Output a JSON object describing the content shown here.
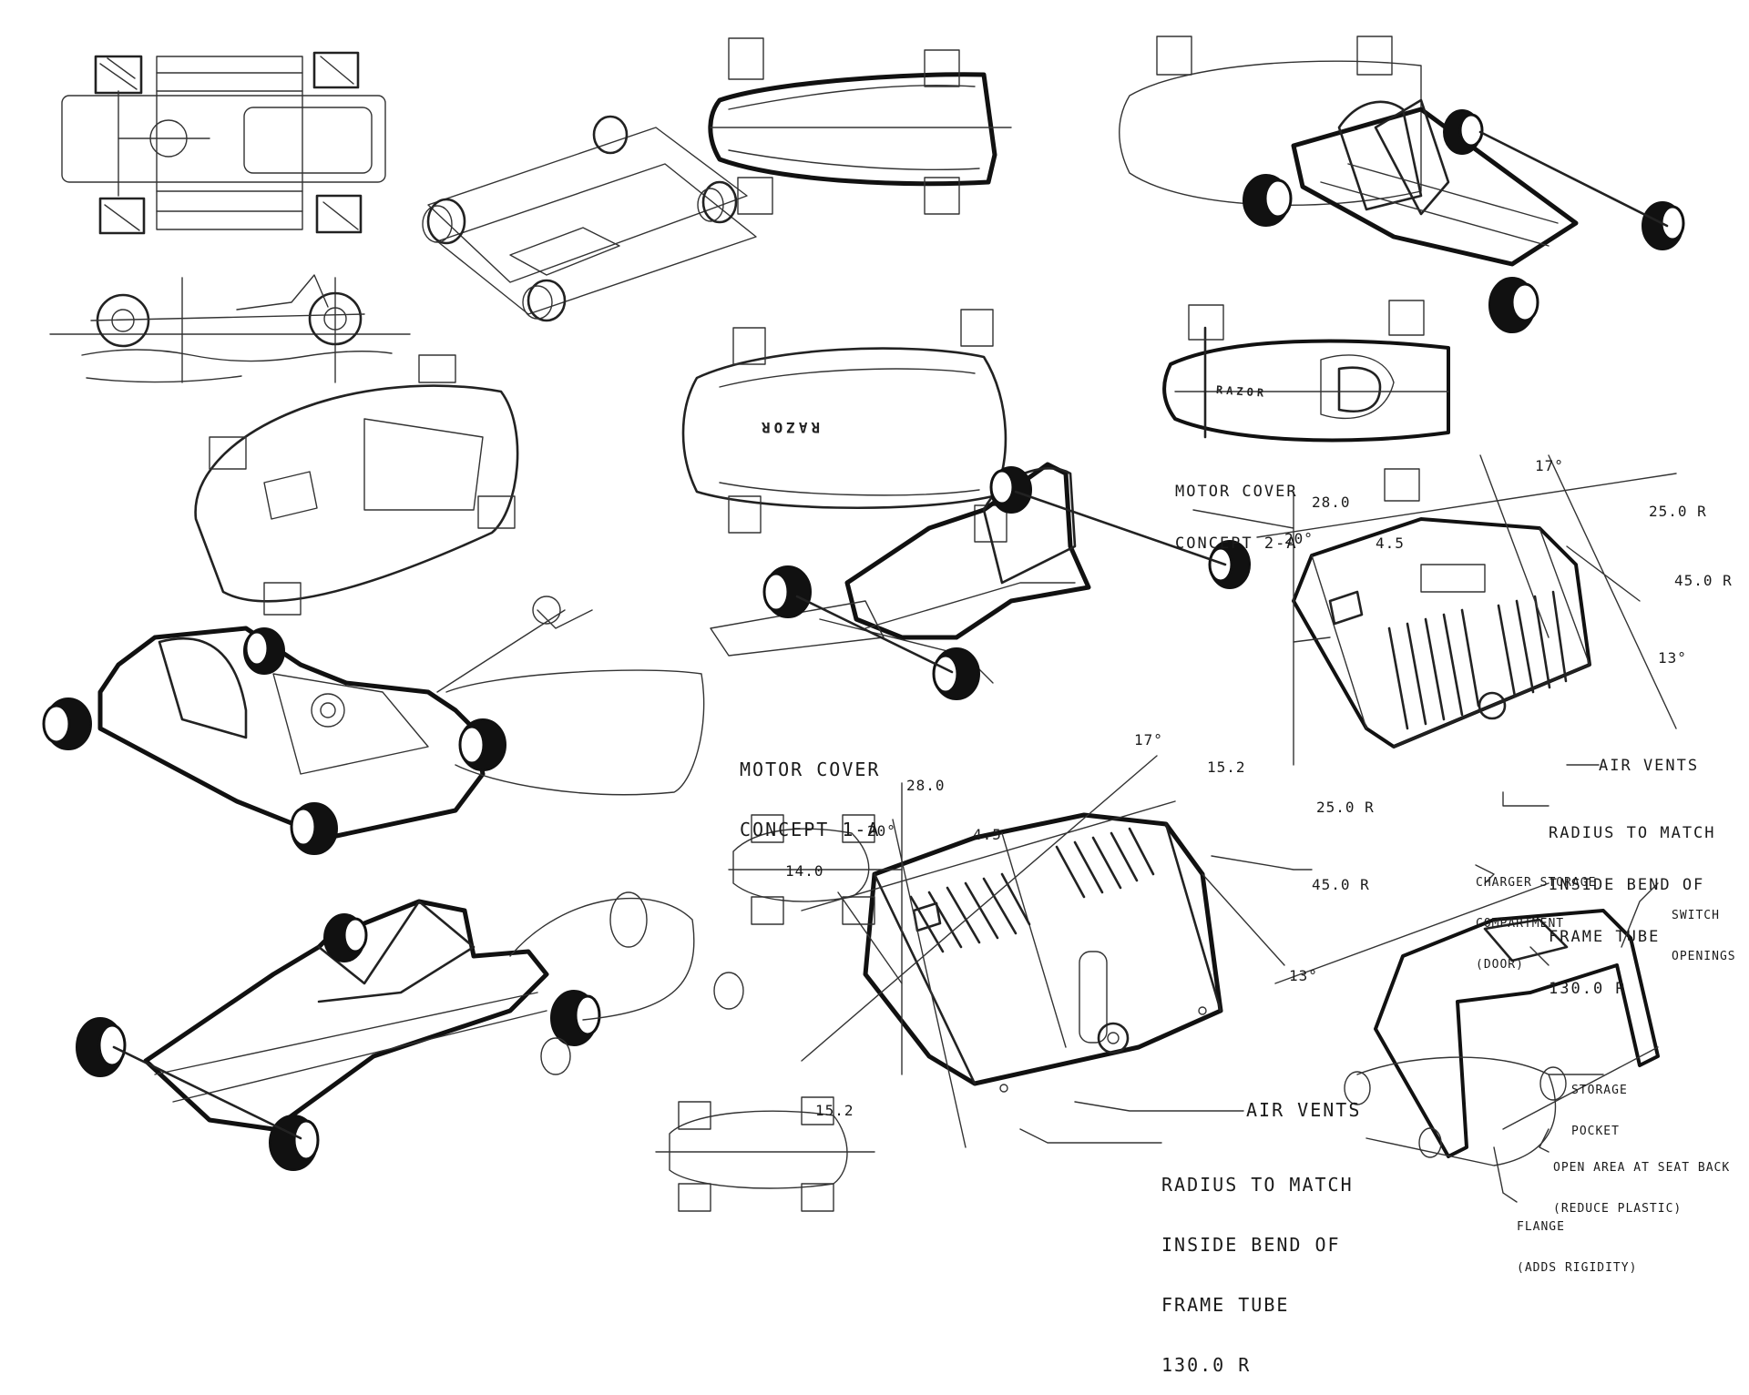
{
  "labels": {
    "motor_cover_2a": [
      "MOTOR COVER",
      "CONCEPT 2-A"
    ],
    "motor_cover_1a": [
      "MOTOR COVER",
      "CONCEPT 1-A"
    ],
    "air_vents_upper": "AIR VENTS",
    "air_vents_lower": "AIR VENTS",
    "radius_upper": [
      "RADIUS TO MATCH",
      "INSIDE BEND OF",
      "FRAME TUBE",
      "130.0 R"
    ],
    "radius_lower": [
      "RADIUS TO MATCH",
      "INSIDE BEND OF",
      "FRAME TUBE",
      "130.0 R"
    ],
    "charger_storage": [
      "CHARGER STORAGE",
      "COMPARTMENT",
      "(DOOR)"
    ],
    "switch_openings": [
      "SWITCH",
      "OPENINGS"
    ],
    "storage_pocket": [
      "STORAGE",
      "POCKET"
    ],
    "open_area": [
      "OPEN AREA AT SEAT BACK",
      "(REDUCE PLASTIC)"
    ],
    "flange": [
      "FLANGE",
      "(ADDS RIGIDITY)"
    ],
    "logo_top": "RAZOR",
    "logo_cover": "RAZOR"
  },
  "dimensions": {
    "upper": {
      "d17": "17°",
      "d25": "25.0 R",
      "d45": "45.0 R",
      "d28": "28.0",
      "d20": "20°",
      "d45b": "4.5",
      "d13": "13°"
    },
    "lower": {
      "d17": "17°",
      "d152": "15.2",
      "d28": "28.0",
      "d25": "25.0 R",
      "d20": "20°",
      "d45b": "4.5",
      "d45": "45.0 R",
      "d140": "14.0",
      "d13": "13°",
      "d152b": "15.2"
    }
  }
}
